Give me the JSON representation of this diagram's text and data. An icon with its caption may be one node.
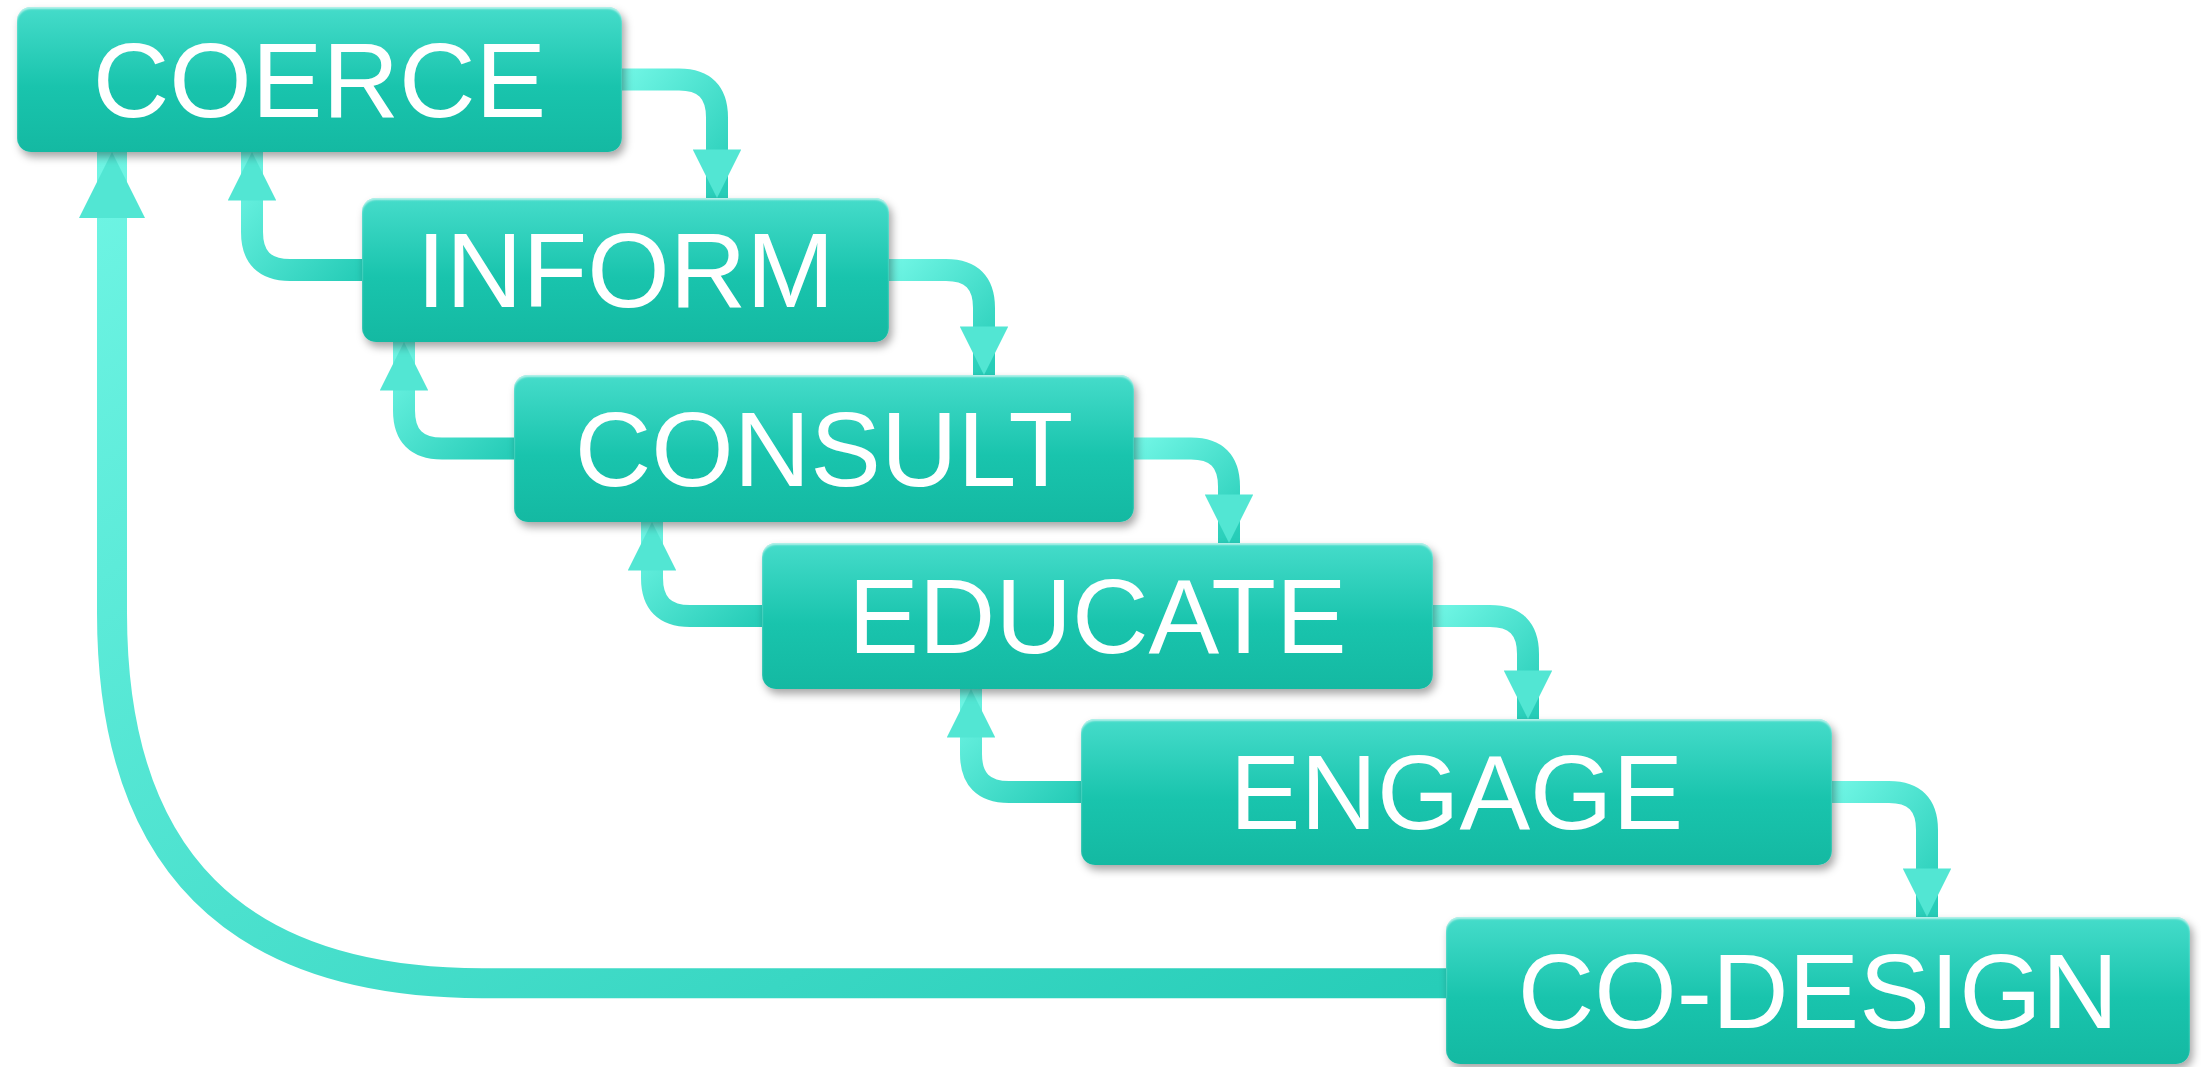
{
  "diagram": {
    "nodes": [
      {
        "text": [
          "COERCE"
        ]
      },
      {
        "text": [
          "INFORM"
        ]
      },
      {
        "text": [
          "CONSULT"
        ]
      },
      {
        "text": [
          "EDUCATE"
        ]
      },
      {
        "text": [
          "ENGAGE"
        ]
      },
      {
        "text": [
          "CO-DESIGN"
        ]
      }
    ],
    "edges": [
      {
        "from": 0,
        "to": 1,
        "arrow": "to"
      },
      {
        "from": 1,
        "to": 2,
        "arrow": "to"
      },
      {
        "from": 2,
        "to": 3,
        "arrow": "to"
      },
      {
        "from": 3,
        "to": 4,
        "arrow": "to"
      },
      {
        "from": 4,
        "to": 5,
        "arrow": "to"
      },
      {
        "from": 1,
        "to": 0,
        "arrow": "to"
      },
      {
        "from": 2,
        "to": 1,
        "arrow": "to"
      },
      {
        "from": 3,
        "to": 2,
        "arrow": "to"
      },
      {
        "from": 4,
        "to": 3,
        "arrow": "to"
      },
      {
        "from": 5,
        "to": 0,
        "arrow": "to"
      }
    ]
  }
}
